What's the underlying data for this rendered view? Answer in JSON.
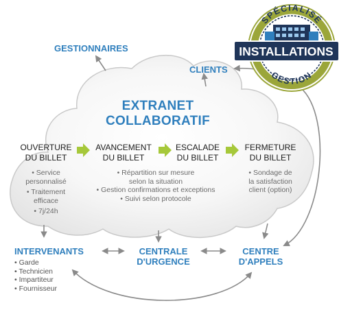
{
  "colors": {
    "accent_blue": "#2f7fbd",
    "arrow_green": "#a6c83a",
    "badge_olive": "#9ba63a",
    "badge_navy": "#1f3559",
    "cloud_grey": "#cfcfcf",
    "connector_grey": "#8a8a8a"
  },
  "badge": {
    "top_text": "SPÉCIALISÉ",
    "banner_text": "INSTALLATIONS",
    "bottom_text": "GESTION",
    "icon": "building-icon"
  },
  "labels": {
    "gestionnaires": "GESTIONNAIRES",
    "clients": "CLIENTS"
  },
  "cloud": {
    "title_line1": "EXTRANET",
    "title_line2": "COLLABORATIF"
  },
  "stages": [
    {
      "line1": "OUVERTURE",
      "line2": "DU BILLET",
      "bullets": [
        "• Service",
        "personnalisé",
        "• Traitement",
        "efficace",
        "• 7j/24h"
      ]
    },
    {
      "line1": "AVANCEMENT",
      "line2": "DU BILLET",
      "bullets": [
        "• Répartition sur mesure",
        "selon la situation",
        "• Gestion confirmations et exceptions",
        "• Suivi selon protocole"
      ]
    },
    {
      "line1": "ESCALADE",
      "line2": "DU BILLET",
      "bullets": []
    },
    {
      "line1": "FERMETURE",
      "line2": "DU BILLET",
      "bullets": [
        "• Sondage de",
        "la satisfaction",
        "client (option)"
      ]
    }
  ],
  "bottom": {
    "intervenants": "INTERVENANTS",
    "intervenants_list": [
      "• Garde",
      "• Technicien",
      "• Impartiteur",
      "• Fournisseur"
    ],
    "centrale_line1": "CENTRALE",
    "centrale_line2": "D'URGENCE",
    "centre_line1": "CENTRE",
    "centre_line2": "D'APPELS"
  }
}
